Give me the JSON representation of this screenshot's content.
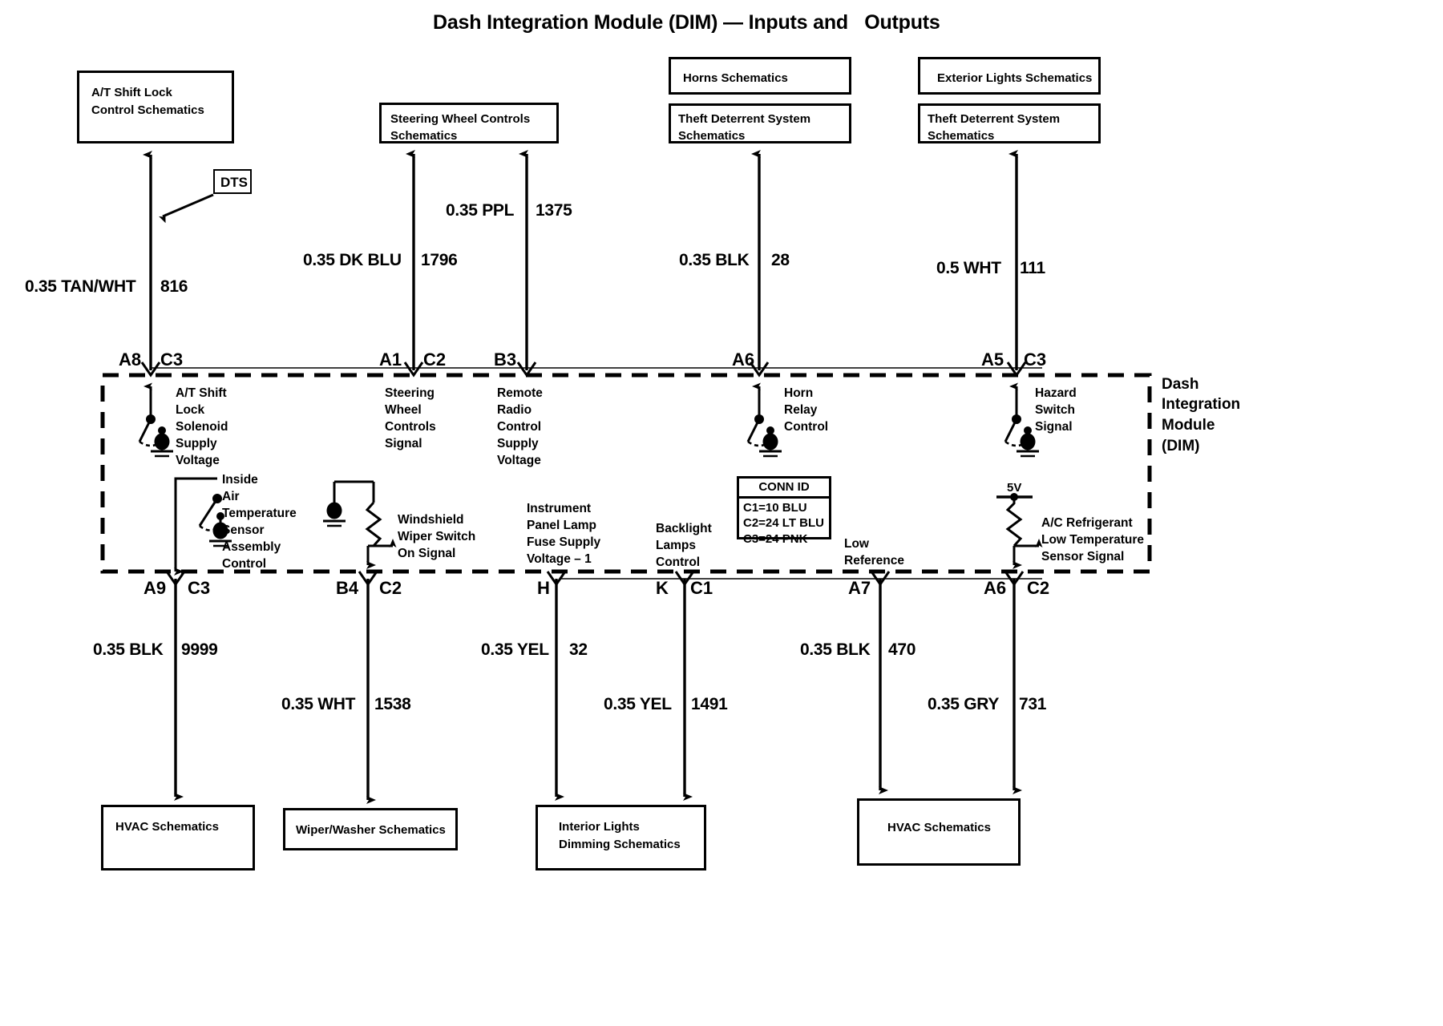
{
  "title": "Dash Integration Module (DIM) — Inputs and   Outputs",
  "module": {
    "label_lines": [
      "Dash",
      "Integration",
      "Module",
      "(DIM)"
    ],
    "conn_id": {
      "header": "CONN ID",
      "rows": [
        "C1=10 BLU",
        "C2=24 LT BLU",
        "C3=24 PNK"
      ]
    },
    "supply_label": "5V",
    "dts_callout": "DTS"
  },
  "top_boxes": [
    {
      "id": "at-shift-lock",
      "lines": [
        "A/T Shift Lock",
        "Control Schematics"
      ]
    },
    {
      "id": "steering-wheel-controls",
      "lines": [
        "Steering Wheel Controls",
        "Schematics"
      ]
    },
    {
      "id": "horns",
      "lines": [
        "Horns Schematics"
      ]
    },
    {
      "id": "theft-deterrent-left",
      "lines": [
        "Theft Deterrent System",
        "Schematics"
      ]
    },
    {
      "id": "exterior-lights",
      "lines": [
        "Exterior Lights Schematics"
      ]
    },
    {
      "id": "theft-deterrent-right",
      "lines": [
        "Theft Deterrent System",
        "Schematics"
      ]
    }
  ],
  "bottom_boxes": [
    {
      "id": "hvac-left",
      "lines": [
        "HVAC Schematics"
      ]
    },
    {
      "id": "wiper-washer",
      "lines": [
        "Wiper/Washer Schematics"
      ]
    },
    {
      "id": "interior-lights-dimming",
      "lines": [
        "Interior Lights",
        "Dimming Schematics"
      ]
    },
    {
      "id": "hvac-right",
      "lines": [
        "HVAC Schematics"
      ]
    }
  ],
  "top_wires": [
    {
      "id": "w-816",
      "gauge_color": "0.35 TAN/WHT",
      "circuit": "816"
    },
    {
      "id": "w-1796",
      "gauge_color": "0.35 DK BLU",
      "circuit": "1796"
    },
    {
      "id": "w-1375",
      "gauge_color": "0.35 PPL",
      "circuit": "1375"
    },
    {
      "id": "w-28",
      "gauge_color": "0.35 BLK",
      "circuit": "28"
    },
    {
      "id": "w-111",
      "gauge_color": "0.5 WHT",
      "circuit": "111"
    }
  ],
  "bottom_wires": [
    {
      "id": "w-9999",
      "gauge_color": "0.35 BLK",
      "circuit": "9999"
    },
    {
      "id": "w-1538",
      "gauge_color": "0.35 WHT",
      "circuit": "1538"
    },
    {
      "id": "w-32",
      "gauge_color": "0.35 YEL",
      "circuit": "32"
    },
    {
      "id": "w-1491",
      "gauge_color": "0.35 YEL",
      "circuit": "1491"
    },
    {
      "id": "w-470",
      "gauge_color": "0.35 BLK",
      "circuit": "470"
    },
    {
      "id": "w-731",
      "gauge_color": "0.35 GRY",
      "circuit": "731"
    }
  ],
  "top_pins": [
    {
      "id": "pin-a8",
      "terminal": "A8",
      "connector": "C3"
    },
    {
      "id": "pin-a1",
      "terminal": "A1",
      "connector": "C2"
    },
    {
      "id": "pin-b3",
      "terminal": "B3",
      "connector": ""
    },
    {
      "id": "pin-a6-horn",
      "terminal": "A6",
      "connector": ""
    },
    {
      "id": "pin-a5",
      "terminal": "A5",
      "connector": "C3"
    }
  ],
  "bottom_pins": [
    {
      "id": "pin-a9",
      "terminal": "A9",
      "connector": "C3"
    },
    {
      "id": "pin-b4",
      "terminal": "B4",
      "connector": "C2"
    },
    {
      "id": "pin-h",
      "terminal": "H",
      "connector": ""
    },
    {
      "id": "pin-k",
      "terminal": "K",
      "connector": "C1"
    },
    {
      "id": "pin-a7",
      "terminal": "A7",
      "connector": ""
    },
    {
      "id": "pin-a6-ac",
      "terminal": "A6",
      "connector": "C2"
    }
  ],
  "internal_labels": [
    {
      "id": "at-shift-lock-solenoid",
      "text": "A/T Shift\nLock\nSolenoid\nSupply\nVoltage"
    },
    {
      "id": "steering-wheel-controls-signal",
      "text": "Steering\nWheel\nControls\nSignal"
    },
    {
      "id": "remote-radio-control-supply-voltage",
      "text": "Remote\nRadio\nControl\nSupply\nVoltage"
    },
    {
      "id": "horn-relay-control",
      "text": "Horn\nRelay\nControl"
    },
    {
      "id": "hazard-switch-signal",
      "text": "Hazard\nSwitch\nSignal"
    },
    {
      "id": "inside-air-temperature-sensor",
      "text": "Inside\nAir\nTemperature\nSensor\nAssembly\nControl"
    },
    {
      "id": "windshield-wiper-switch-on-signal",
      "text": "Windshield\nWiper Switch\nOn Signal"
    },
    {
      "id": "instrument-panel-lamp-fuse",
      "text": "Instrument\nPanel Lamp\nFuse Supply\nVoltage – 1"
    },
    {
      "id": "backlight-lamps-control",
      "text": "Backlight\nLamps\nControl"
    },
    {
      "id": "low-reference",
      "text": "Low\nReference"
    },
    {
      "id": "ac-refrigerant-low-temp-sensor",
      "text": "A/C Refrigerant\nLow Temperature\nSensor Signal"
    }
  ]
}
